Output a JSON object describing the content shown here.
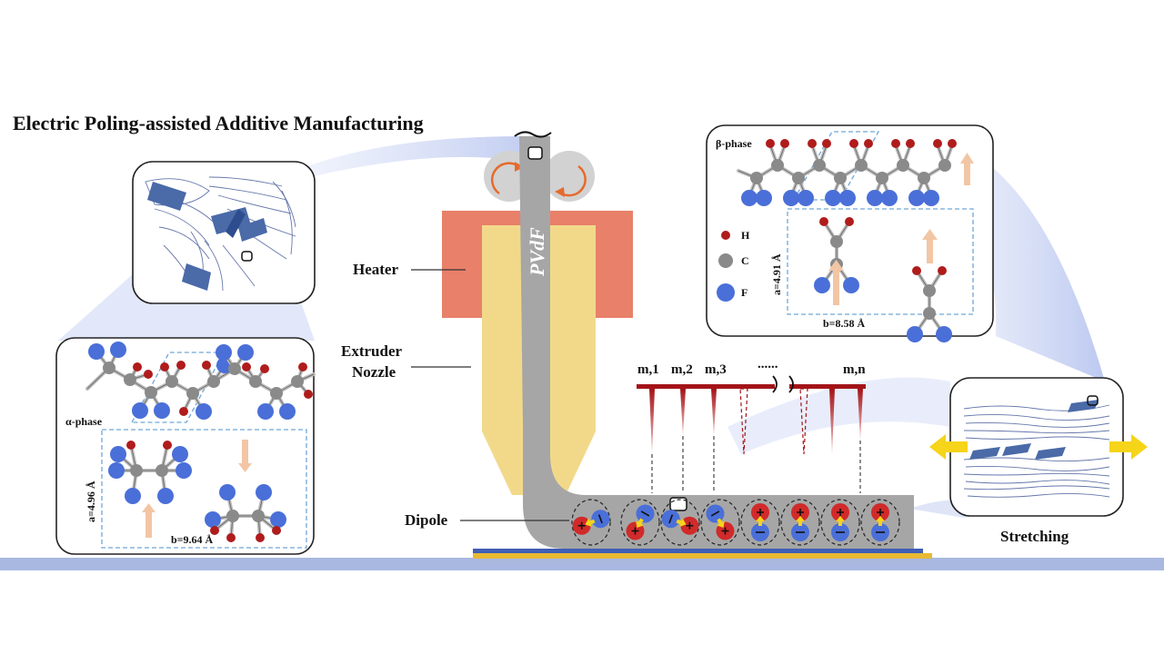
{
  "title": "Electric Poling-assisted Additive Manufacturing",
  "labels": {
    "heater": "Heater",
    "extruder_line1": "Extruder",
    "extruder_line2": "Nozzle",
    "dipole": "Dipole",
    "filament": "PVdF",
    "stretching": "Stretching"
  },
  "alpha_panel": {
    "phase": "α-phase",
    "a": "a=4.96 Å",
    "b": "b=9.64 Å"
  },
  "beta_panel": {
    "phase": "β-phase",
    "a": "a=4.91 Å",
    "b": "b=8.58 Å",
    "legend": [
      {
        "symbol": "H",
        "color": "#b01c1c"
      },
      {
        "symbol": "C",
        "color": "#8a8a8a"
      },
      {
        "symbol": "F",
        "color": "#4a6fd8"
      }
    ]
  },
  "needles": {
    "labels": [
      "m,1",
      "m,2",
      "m,3",
      "......",
      "m,n"
    ]
  },
  "colors": {
    "heater": "#e8806a",
    "nozzle": "#f2d98a",
    "filament": "#a6a6a6",
    "hydrogen": "#b01c1c",
    "carbon": "#8a8a8a",
    "fluorine": "#4a6fd8",
    "needle": "#a31419",
    "arrow": "#f5d41a",
    "floor": "#a9b8e0",
    "beam": "#c9d3f2"
  },
  "dipoles": {
    "count": 8
  }
}
